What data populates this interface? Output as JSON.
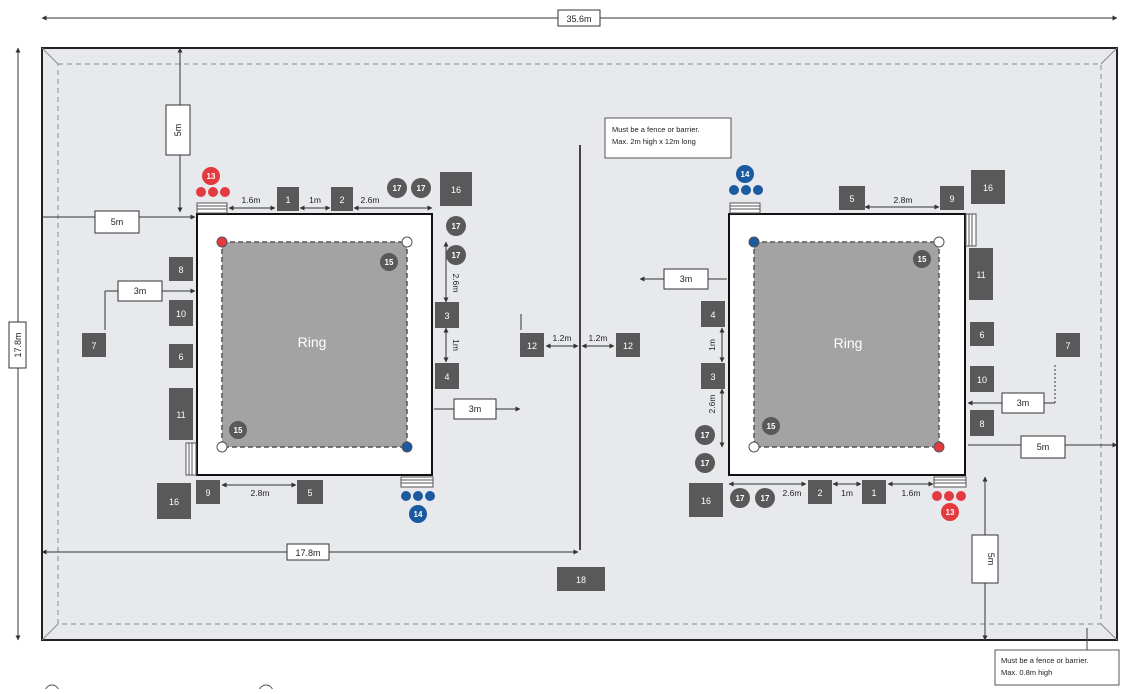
{
  "dimensions": {
    "overall_width": "35.6m",
    "overall_height": "17.8m",
    "half_width": "17.8m"
  },
  "notes": {
    "barrier_center": [
      "Must be a fence or barrier.",
      "Max. 2m high x 12m long"
    ],
    "barrier_bottom": [
      "Must be a fence or barrier.",
      "Max. 0.8m high"
    ]
  },
  "left_area": {
    "ring_label": "Ring",
    "labels": {
      "top_5m": "5m",
      "left_5m": "5m",
      "left_3m": "3m",
      "right_3m": "3m",
      "top_1_6m": "1.6m",
      "top_1m": "1m",
      "top_2_6m": "2.6m",
      "side_2_6m": "2.6m",
      "side_1m": "1m",
      "bottom_2_8m": "2.8m",
      "center_1_2m": "1.2m"
    },
    "markers": {
      "m1": "1",
      "m2": "2",
      "m3": "3",
      "m4": "4",
      "m5": "5",
      "m6": "6",
      "m7": "7",
      "m8": "8",
      "m9": "9",
      "m10": "10",
      "m11": "11",
      "m12": "12",
      "m13": "13",
      "m14": "14",
      "m15a": "15",
      "m15b": "15",
      "m16a": "16",
      "m16b": "16",
      "m17a": "17",
      "m17b": "17",
      "m17c": "17",
      "m17d": "17"
    }
  },
  "right_area": {
    "ring_label": "Ring",
    "labels": {
      "bottom_5m": "5m",
      "right_5m": "5m",
      "left_3m": "3m",
      "right_3m": "3m",
      "top_2_8m": "2.8m",
      "side_1m": "1m",
      "side_2_6m": "2.6m",
      "bottom_2_6m": "2.6m",
      "bottom_1m": "1m",
      "bottom_1_6m": "1.6m",
      "center_1_2m": "1.2m"
    },
    "markers": {
      "m1": "1",
      "m2": "2",
      "m3": "3",
      "m4": "4",
      "m5": "5",
      "m6": "6",
      "m7": "7",
      "m8": "8",
      "m9": "9",
      "m10": "10",
      "m11": "11",
      "m12": "12",
      "m13": "13",
      "m14": "14",
      "m15a": "15",
      "m15b": "15",
      "m16a": "16",
      "m16b": "16",
      "m17a": "17",
      "m17b": "17",
      "m17c": "17",
      "m17d": "17"
    }
  },
  "center_marker": "18",
  "colors": {
    "floor": "#e7e9ec",
    "ring": "#a3a3a3",
    "marker": "#595959",
    "red_corner": "#e23a3f",
    "blue_corner": "#1a5aa0",
    "line": "#333333"
  }
}
